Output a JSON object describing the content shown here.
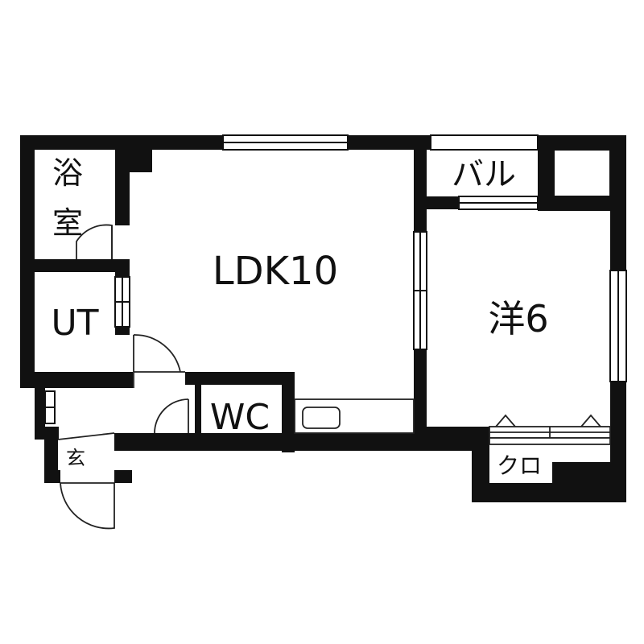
{
  "floor_plan": {
    "rooms": {
      "bath": {
        "label_line1": "浴",
        "label_line2": "室"
      },
      "utility": {
        "label": "UT"
      },
      "ldk": {
        "label": "LDK10"
      },
      "toilet": {
        "label": "WC"
      },
      "entrance": {
        "label": "玄"
      },
      "balcony": {
        "label": "バル"
      },
      "western_room": {
        "label": "洋6"
      },
      "closet": {
        "label": "クロ"
      }
    },
    "colors": {
      "wall": "#111111",
      "background": "#ffffff",
      "line": "#222222"
    }
  }
}
